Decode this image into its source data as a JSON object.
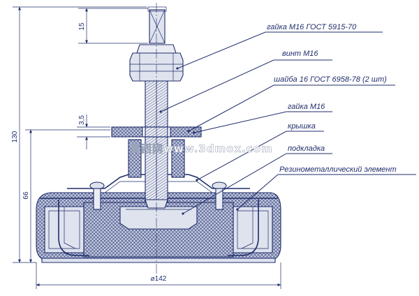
{
  "labels": {
    "nut_gost": "гайка М16 ГОСТ 5915-70",
    "screw": "винт М16",
    "washer": "шайба 16 ГОСТ 6958-78 (2 шт)",
    "nut": "гайка М16",
    "cover": "крышка",
    "pad": "подкладка",
    "element": "Резинометаллический элемент"
  },
  "dimensions": {
    "d15": "15",
    "d35": "3,5",
    "d130": "130",
    "d66": "66",
    "d142": "⌀142"
  },
  "watermark": "莫西网www.3dmox.com",
  "colors": {
    "line": "#1f2d6b",
    "rubber": "#b8c0d8",
    "metal_light": "#dfe3ee",
    "leader": "#1f2d6b"
  }
}
